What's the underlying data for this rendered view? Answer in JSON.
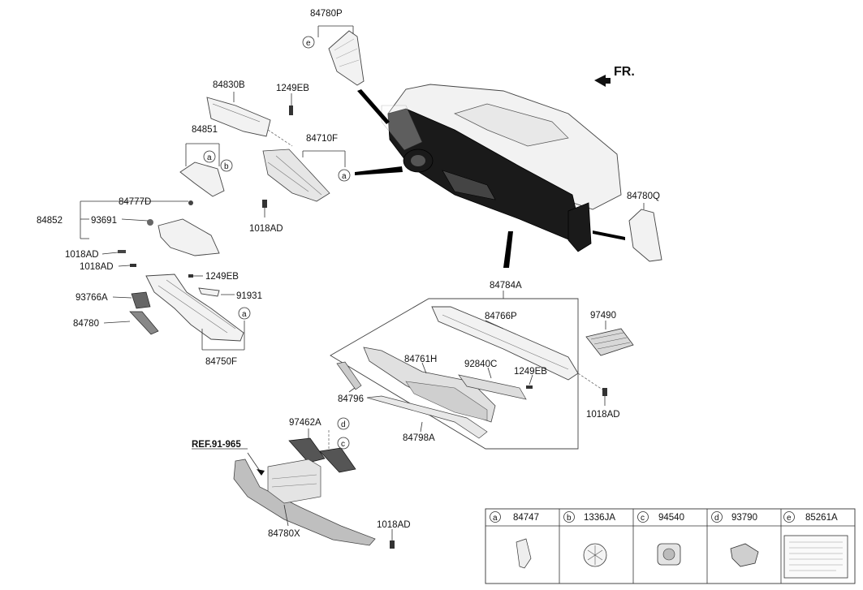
{
  "direction": {
    "label": "FR."
  },
  "reference": {
    "label": "REF.91-965"
  },
  "callouts": [
    {
      "key": "84780P",
      "text": "84780P"
    },
    {
      "key": "84830B",
      "text": "84830B"
    },
    {
      "key": "1249EB_a",
      "text": "1249EB"
    },
    {
      "key": "84851",
      "text": "84851"
    },
    {
      "key": "84710F",
      "text": "84710F"
    },
    {
      "key": "84777D",
      "text": "84777D"
    },
    {
      "key": "84852",
      "text": "84852"
    },
    {
      "key": "93691",
      "text": "93691"
    },
    {
      "key": "1018AD_a",
      "text": "1018AD"
    },
    {
      "key": "1018AD_b",
      "text": "1018AD"
    },
    {
      "key": "1018AD_c",
      "text": "1018AD"
    },
    {
      "key": "1249EB_b",
      "text": "1249EB"
    },
    {
      "key": "93766A",
      "text": "93766A"
    },
    {
      "key": "91931",
      "text": "91931"
    },
    {
      "key": "84780",
      "text": "84780"
    },
    {
      "key": "84750F",
      "text": "84750F"
    },
    {
      "key": "84780Q",
      "text": "84780Q"
    },
    {
      "key": "84784A",
      "text": "84784A"
    },
    {
      "key": "84766P",
      "text": "84766P"
    },
    {
      "key": "97490",
      "text": "97490"
    },
    {
      "key": "84761H",
      "text": "84761H"
    },
    {
      "key": "92840C",
      "text": "92840C"
    },
    {
      "key": "1249EB_c",
      "text": "1249EB"
    },
    {
      "key": "84796",
      "text": "84796"
    },
    {
      "key": "1018AD_d",
      "text": "1018AD"
    },
    {
      "key": "84798A",
      "text": "84798A"
    },
    {
      "key": "97462A",
      "text": "97462A"
    },
    {
      "key": "84780X",
      "text": "84780X"
    },
    {
      "key": "1018AD_e",
      "text": "1018AD"
    }
  ],
  "circle_markers": [
    "e",
    "a",
    "b",
    "a",
    "a",
    "d",
    "c"
  ],
  "legend": [
    {
      "letter": "a",
      "part": "84747"
    },
    {
      "letter": "b",
      "part": "1336JA"
    },
    {
      "letter": "c",
      "part": "94540"
    },
    {
      "letter": "d",
      "part": "93790"
    },
    {
      "letter": "e",
      "part": "85261A"
    }
  ]
}
